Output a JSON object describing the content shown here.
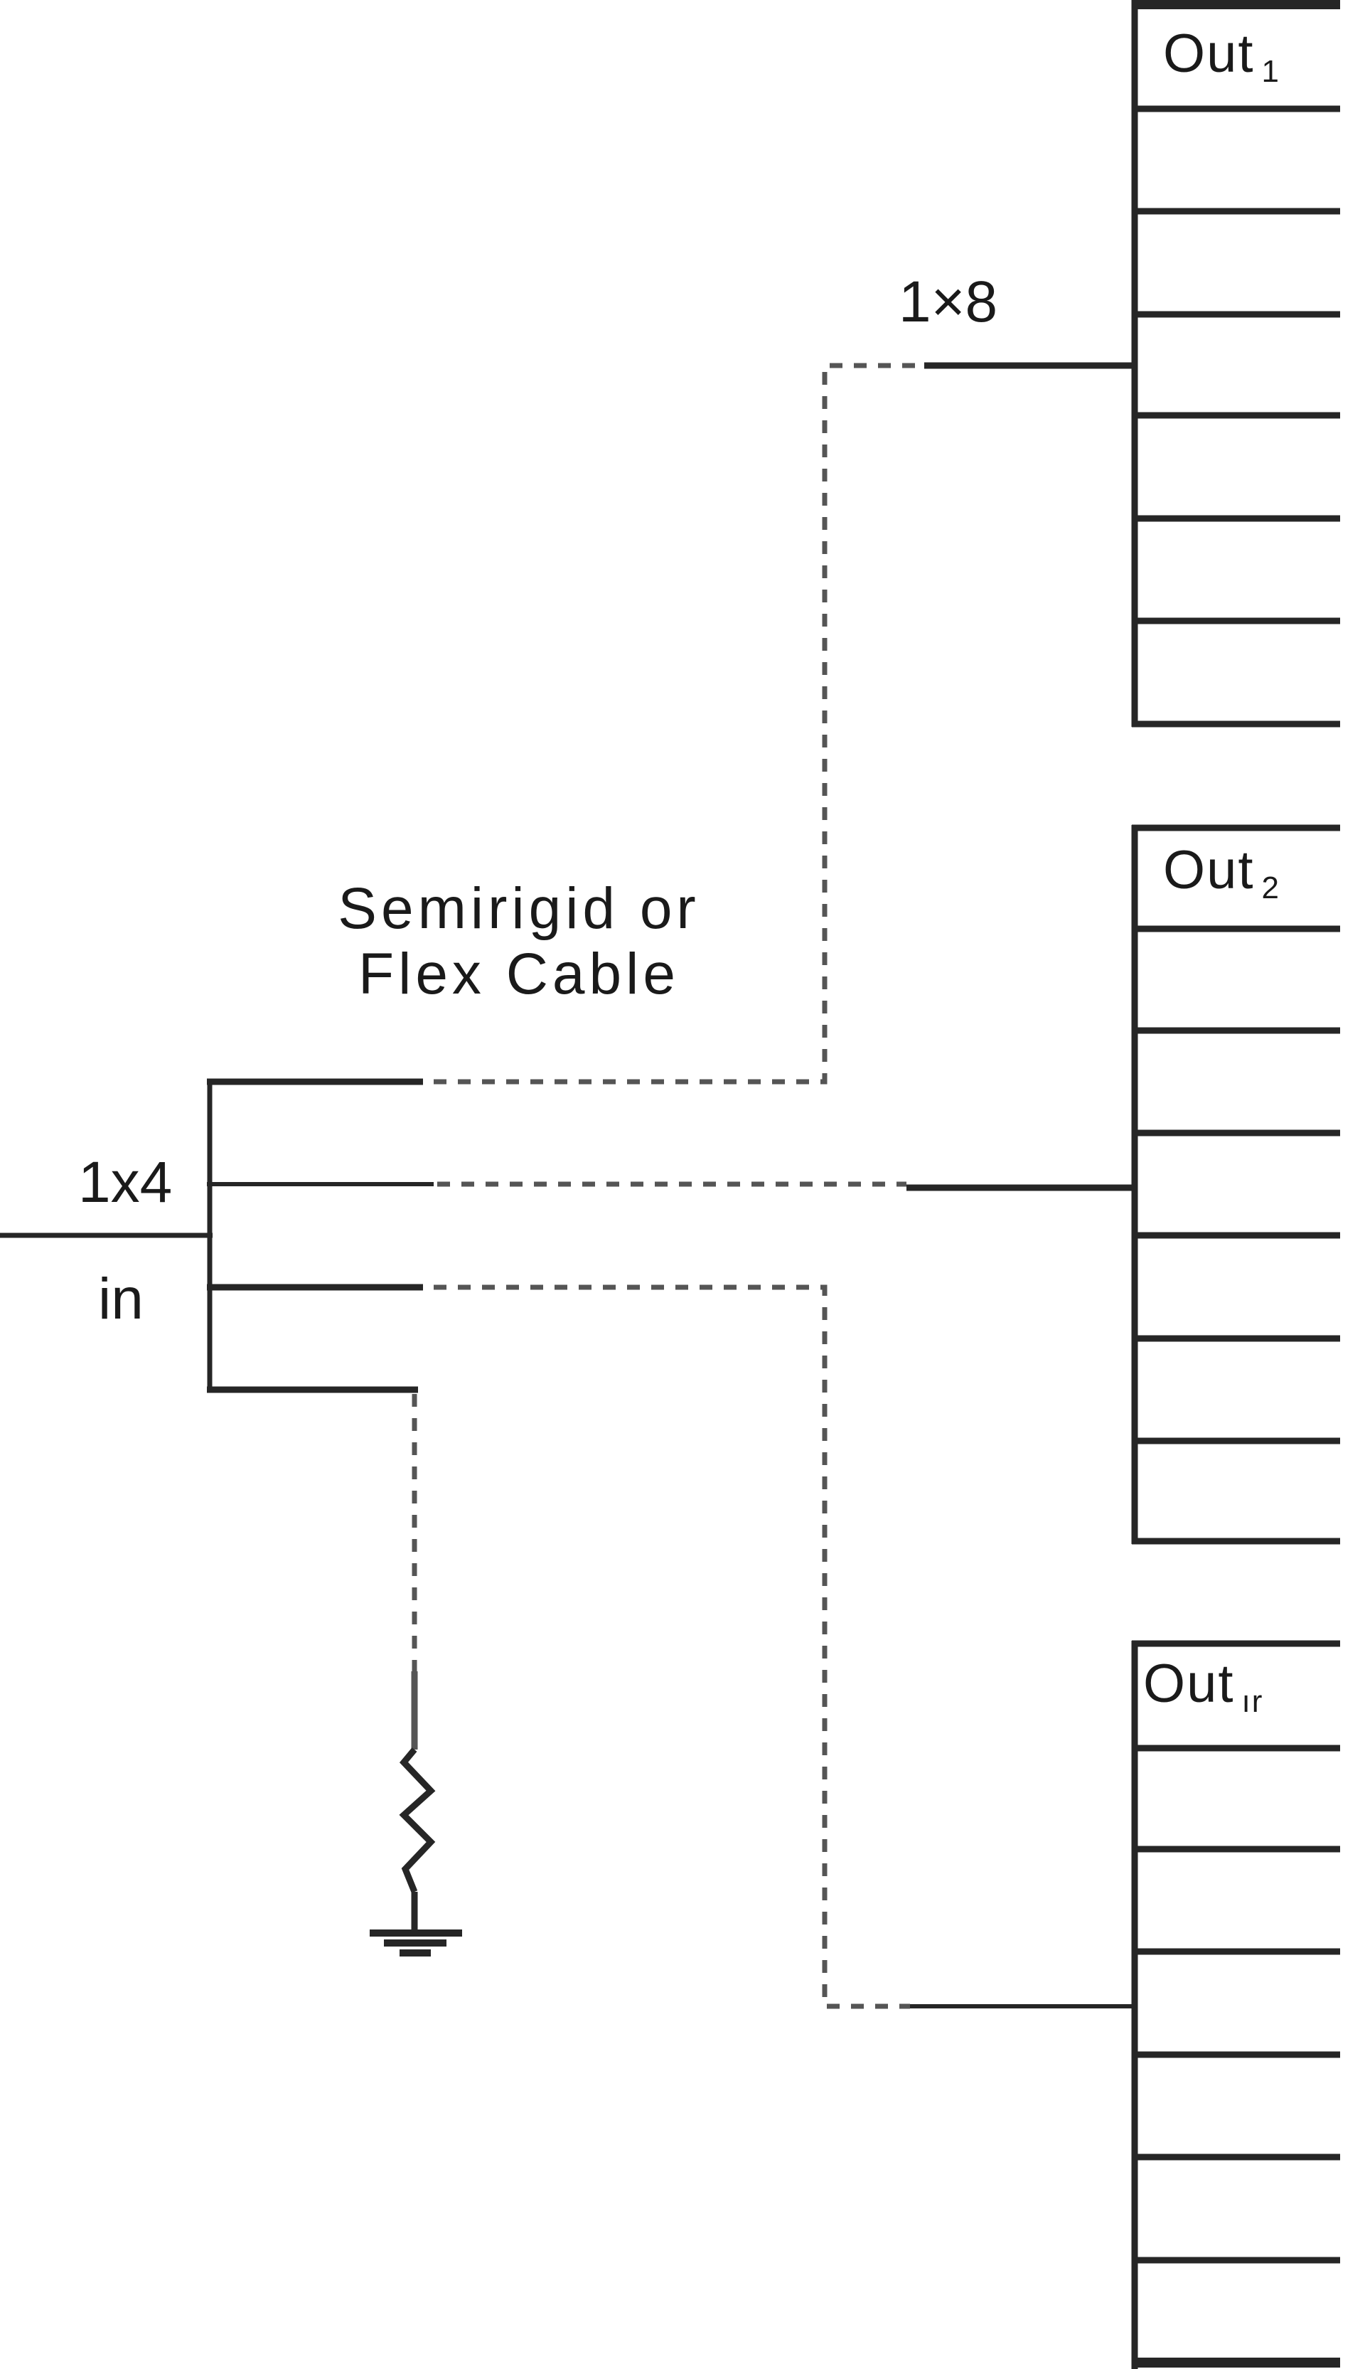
{
  "diagram": {
    "title": "1x4 to 1x8 splitter distribution network",
    "colors": {
      "line": "#262626",
      "dashed": "#555555",
      "background": "#ffffff"
    },
    "labels": {
      "input": "in",
      "splitter_1x4": "1x4",
      "splitter_1x8": "1×8",
      "cable_note_line1": "Semirigid or",
      "cable_note_line2": "Flex Cable"
    },
    "outputs": [
      {
        "name": "Out",
        "subscript": "1"
      },
      {
        "name": "Out",
        "subscript": "2"
      },
      {
        "name": "Out",
        "subscript": "ır"
      }
    ],
    "components": [
      "1x4 splitter",
      "three 1x8 splitters",
      "termination resistor",
      "ground"
    ],
    "stubs_per_block": 8
  }
}
